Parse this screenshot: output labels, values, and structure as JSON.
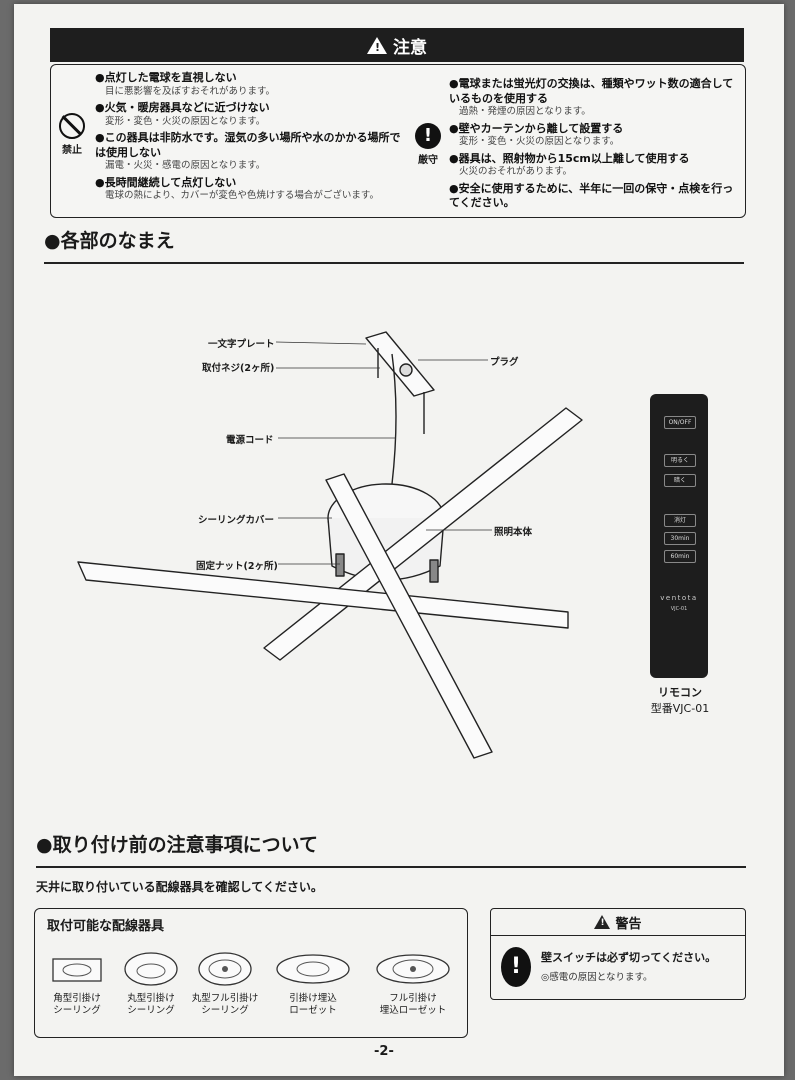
{
  "caution": {
    "title": "注意",
    "left": [
      {
        "head": "●点灯した電球を直視しない",
        "sub": "目に悪影響を及ぼすおそれがあります。"
      },
      {
        "head": "●火気・暖房器具などに近づけない",
        "sub": "変形・変色・火災の原因となります。"
      },
      {
        "head": "●この器具は非防水です。湿気の多い場所や水のかかる場所では使用しない",
        "sub": "漏電・火災・感電の原因となります。"
      },
      {
        "head": "●長時間継続して点灯しない",
        "sub": "電球の熱により、カバーが変色や色焼けする場合がございます。"
      }
    ],
    "prohibit_label": "禁止",
    "must_label": "厳守",
    "right": [
      {
        "head": "●電球または蛍光灯の交換は、種類やワット数の適合しているものを使用する",
        "sub": "過熱・発煙の原因となります。"
      },
      {
        "head": "●壁やカーテンから離して設置する",
        "sub": "変形・変色・火災の原因となります。"
      },
      {
        "head": "●器具は、照射物から15cm以上離して使用する",
        "sub": "火災のおそれがあります。"
      },
      {
        "head": "●安全に使用するために、半年に一回の保守・点検を行ってください。",
        "sub": ""
      }
    ]
  },
  "parts": {
    "title": "●各部のなまえ",
    "labels": {
      "plate": "一文字プレート",
      "screw": "取付ネジ(2ヶ所)",
      "plug": "プラグ",
      "cord": "電源コード",
      "cover": "シーリングカバー",
      "body": "照明本体",
      "nut": "固定ナット(2ヶ所)"
    },
    "remote": {
      "buttons": [
        "ON/OFF",
        "明るく",
        "暗く",
        "消灯",
        "30min",
        "60min"
      ],
      "brand": "ventota",
      "model_small": "VJC-01",
      "caption": "リモコン",
      "model": "型番VJC-01"
    }
  },
  "before": {
    "title": "●取り付け前の注意事項について",
    "instruction": "天井に取り付いている配線器具を確認してください。",
    "fixtures_title": "取付可能な配線器具",
    "fixtures": [
      {
        "line1": "角型引掛け",
        "line2": "シーリング"
      },
      {
        "line1": "丸型引掛け",
        "line2": "シーリング"
      },
      {
        "line1": "丸型フル引掛け",
        "line2": "シーリング"
      },
      {
        "line1": "引掛け埋込",
        "line2": "ローゼット"
      },
      {
        "line1": "フル引掛け",
        "line2": "埋込ローゼット"
      }
    ],
    "warning": {
      "title": "警告",
      "message": "壁スイッチは必ず切ってください。",
      "note": "◎感電の原因となります。"
    }
  },
  "page_number": "-2-"
}
